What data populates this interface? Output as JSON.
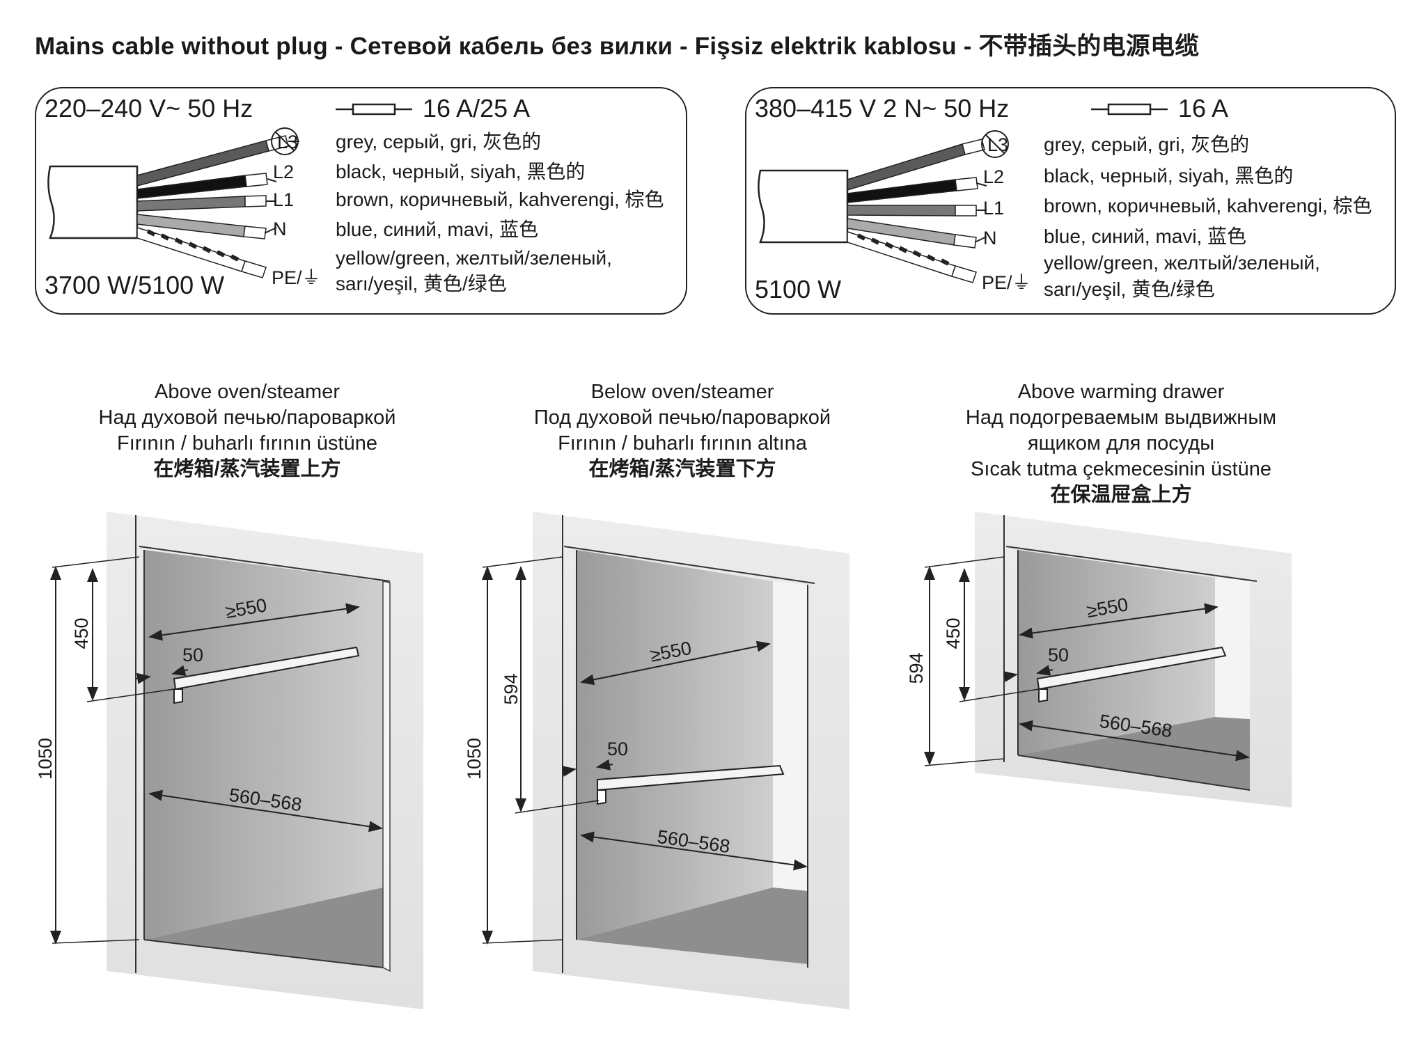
{
  "title": "Mains cable without plug - Сетевой кабель без вилки - Fişsiz elektrik kablosu - 不带插头的电源电缆",
  "colors": {
    "outline": "#222222",
    "wall": "#e6e6e6",
    "niche": "#b5b5b5",
    "niche_floor": "#8e8e8e",
    "wire_grey": "#5a5a5a",
    "wire_black": "#111111",
    "wire_brown": "#777777",
    "wire_blue": "#aaaaaa"
  },
  "panels": [
    {
      "voltage": "220–240 V~ 50 Hz",
      "fuse": "16 A/25 A",
      "power": "3700 W/5100 W",
      "fuse_icon": "fuse-icon",
      "wires": [
        {
          "label": "L3",
          "crossed": true,
          "color_text": "grey, серый, gri, 灰色的"
        },
        {
          "label": "L2",
          "crossed": false,
          "color_text": "black, черный, siyah, 黑色的"
        },
        {
          "label": "L1",
          "crossed": false,
          "color_text": "brown, коричневый, kahverengi, 棕色"
        },
        {
          "label": "N",
          "crossed": false,
          "color_text": "blue, синий, mavi, 蓝色"
        },
        {
          "label": "PE/⏚",
          "crossed": false,
          "color_text": "yellow/green, желтый/зеленый,",
          "color_text_2": "sarı/yeşil, 黄色/绿色"
        }
      ]
    },
    {
      "voltage": "380–415 V 2 N~ 50 Hz",
      "fuse": "16 A",
      "power": "5100 W",
      "fuse_icon": "fuse-icon",
      "wires": [
        {
          "label": "L3",
          "crossed": true,
          "color_text": "grey, серый, gri, 灰色的"
        },
        {
          "label": "L2",
          "crossed": false,
          "color_text": "black, черный, siyah, 黑色的"
        },
        {
          "label": "L1",
          "crossed": false,
          "color_text": "brown, коричневый, kahverengi, 棕色"
        },
        {
          "label": "N",
          "crossed": false,
          "color_text": "blue, синий, mavi, 蓝色"
        },
        {
          "label": "PE/⏚",
          "crossed": false,
          "color_text": "yellow/green, желтый/зеленый,",
          "color_text_2": "sarı/yeşil, 黄色/绿色"
        }
      ]
    }
  ],
  "installations": [
    {
      "lines": [
        "Above oven/steamer",
        "Над духовой печью/пароваркой",
        "Fırının / buharlı fırının üstüne"
      ],
      "cn": "在烤箱/蒸汽装置上方",
      "dims": {
        "height_total": "1050",
        "height_top": "450",
        "depth": "≥550",
        "edge": "50",
        "width": "560–568"
      }
    },
    {
      "lines": [
        "Below oven/steamer",
        "Под духовой печью/пароваркой",
        "Fırının / buharlı fırının altına"
      ],
      "cn": "在烤箱/蒸汽装置下方",
      "dims": {
        "height_total": "1050",
        "height_top": "594",
        "depth": "≥550",
        "edge": "50",
        "width": "560–568"
      }
    },
    {
      "lines": [
        "Above warming drawer",
        "Над подогреваемым выдвижным",
        "ящиком для посуды",
        "Sıcak tutma çekmecesinin üstüne"
      ],
      "cn": "在保温屉盒上方",
      "dims": {
        "height_total": "594",
        "height_top": "450",
        "depth": "≥550",
        "edge": "50",
        "width": "560–568"
      }
    }
  ]
}
